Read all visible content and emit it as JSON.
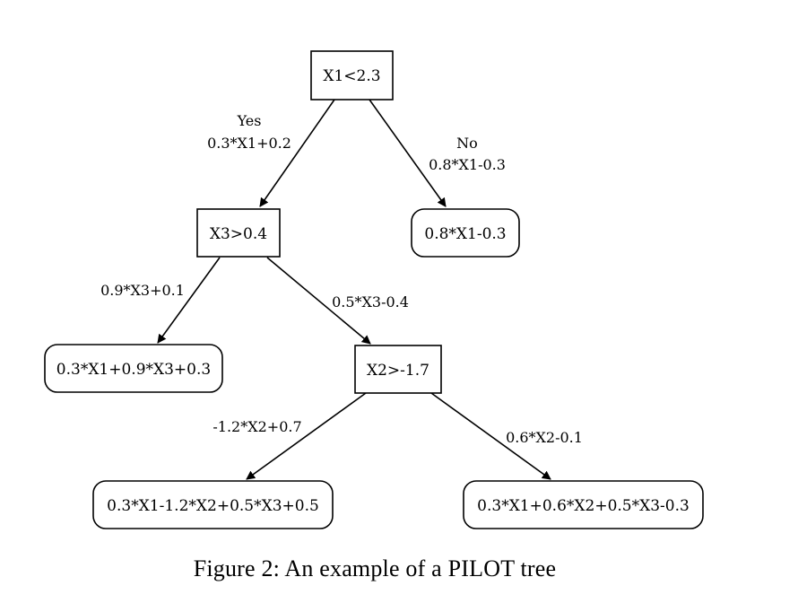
{
  "nodes": {
    "root": "X1<2.3",
    "left_split": "X3>0.4",
    "right_leaf": "0.8*X1-0.3",
    "leaf_ll": "0.3*X1+0.9*X3+0.3",
    "mid_split": "X2>-1.7",
    "leaf_mll": "0.3*X1-1.2*X2+0.5*X3+0.5",
    "leaf_mlr": "0.3*X1+0.6*X2+0.5*X3-0.3"
  },
  "edges": {
    "root_yes_label": "Yes",
    "root_yes_model": "0.3*X1+0.2",
    "root_no_label": "No",
    "root_no_model": "0.8*X1-0.3",
    "left_split_yes_model": "0.9*X3+0.1",
    "left_split_no_model": "0.5*X3-0.4",
    "mid_split_yes_model": "-1.2*X2+0.7",
    "mid_split_no_model": "0.6*X2-0.1"
  },
  "caption": "Figure 2:  An example of a PILOT tree"
}
